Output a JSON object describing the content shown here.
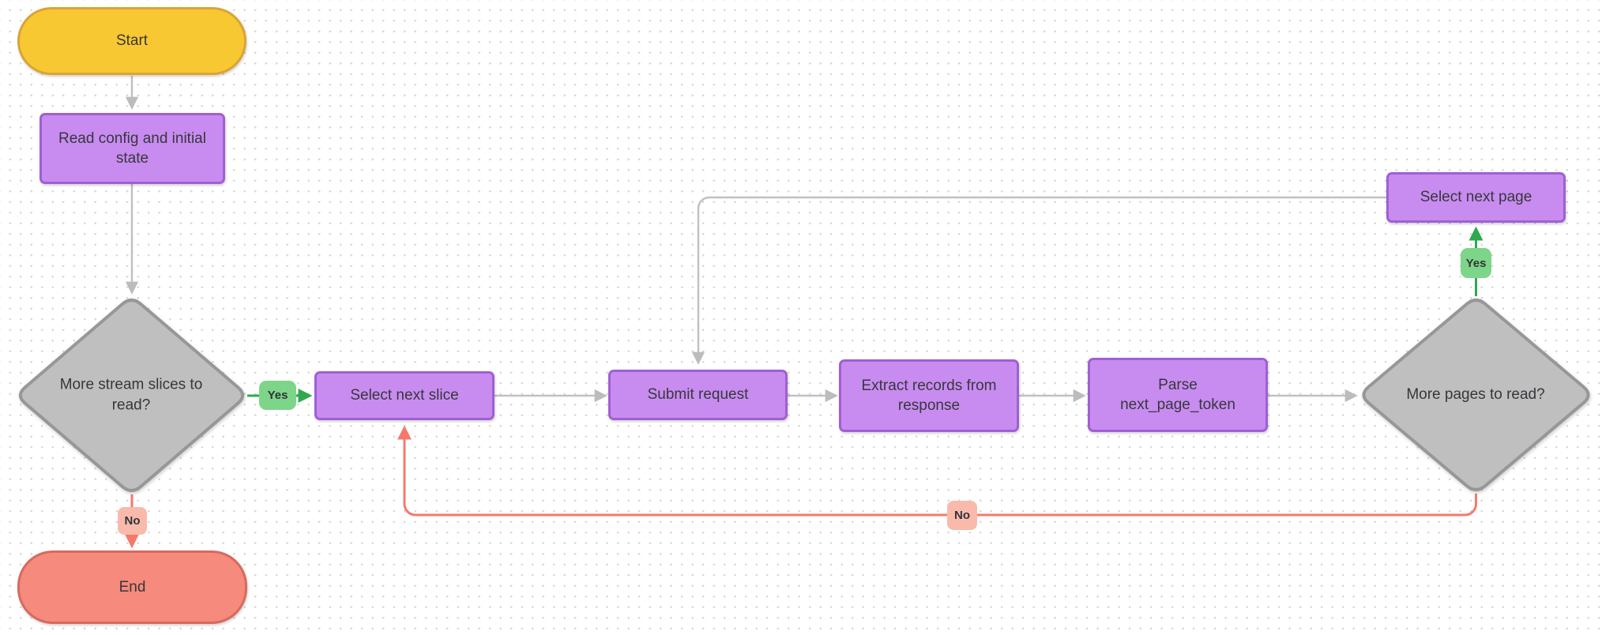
{
  "nodes": {
    "start": {
      "label": "Start",
      "type": "terminator"
    },
    "read_config": {
      "label": "Read config and initial state",
      "type": "process"
    },
    "more_slices": {
      "label": "More stream slices to read?",
      "type": "decision"
    },
    "select_slice": {
      "label": "Select next slice",
      "type": "process"
    },
    "submit_request": {
      "label": "Submit request",
      "type": "process"
    },
    "extract_records": {
      "label": "Extract records from response",
      "type": "process"
    },
    "parse_token": {
      "label": "Parse next_page_token",
      "type": "process"
    },
    "more_pages": {
      "label": "More pages to read?",
      "type": "decision"
    },
    "select_page": {
      "label": "Select next page",
      "type": "process"
    },
    "end": {
      "label": "End",
      "type": "terminator"
    }
  },
  "edge_labels": {
    "more_slices_yes": "Yes",
    "more_slices_no": "No",
    "more_pages_yes": "Yes",
    "more_pages_no": "No"
  },
  "edges": [
    {
      "from": "start",
      "to": "read_config"
    },
    {
      "from": "read_config",
      "to": "more_slices"
    },
    {
      "from": "more_slices",
      "to": "select_slice",
      "label": "Yes"
    },
    {
      "from": "more_slices",
      "to": "end",
      "label": "No"
    },
    {
      "from": "select_slice",
      "to": "submit_request"
    },
    {
      "from": "submit_request",
      "to": "extract_records"
    },
    {
      "from": "extract_records",
      "to": "parse_token"
    },
    {
      "from": "parse_token",
      "to": "more_pages"
    },
    {
      "from": "more_pages",
      "to": "select_page",
      "label": "Yes"
    },
    {
      "from": "select_page",
      "to": "submit_request"
    },
    {
      "from": "more_pages",
      "to": "select_slice",
      "label": "No"
    }
  ],
  "colors": {
    "background": "#ffffff",
    "grid_dot": "#d7d7d7",
    "terminator_start_fill": "#f8c832",
    "terminator_start_border": "#d9a436",
    "terminator_end_fill": "#f68a7c",
    "terminator_end_border": "#d8695e",
    "process_fill": "#c88cf0",
    "process_border": "#a05fd3",
    "decision_fill": "#bfbfbf",
    "decision_border": "#979797",
    "edge_gray": "#c1c1c1",
    "edge_green": "#2fa84f",
    "edge_red": "#f5796b",
    "label_green_fill": "#7dd589",
    "label_salmon_fill": "#f9baac",
    "text": "#37373c"
  }
}
